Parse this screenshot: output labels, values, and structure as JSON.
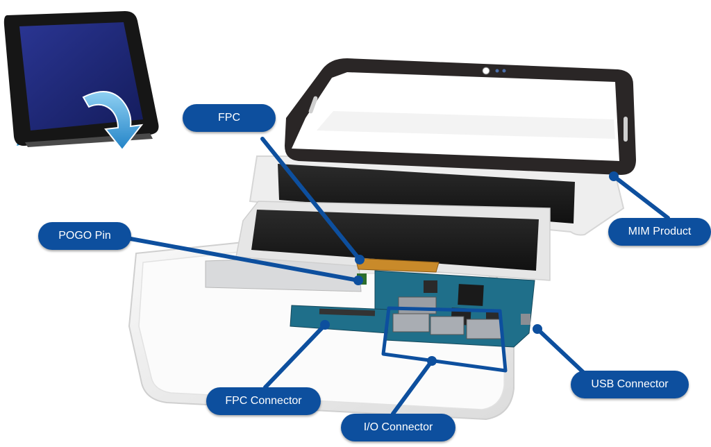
{
  "labels": {
    "fpc": "FPC",
    "pogo_pin": "POGO Pin",
    "mim_product": "MIM Product",
    "fpc_connector": "FPC Connector",
    "io_connector": "I/O Connector",
    "usb_connector": "USB Connector"
  },
  "colors": {
    "callout": "#0d4f9e",
    "leader": "#0d4f9e",
    "pcb": "#1f6f8a",
    "display": "#222222",
    "bezel": "#2a2626",
    "housing": "#f4f4f4",
    "tablet_screen": "#1c2a7a",
    "tablet_case": "#2aa7e0"
  }
}
